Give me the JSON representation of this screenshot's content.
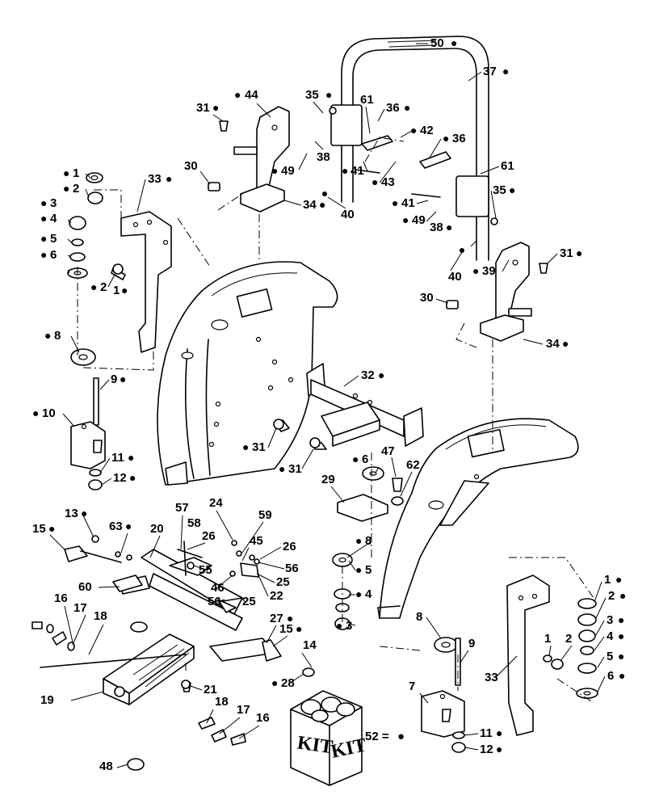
{
  "dot_symbol": "●",
  "legend": {
    "text": "52 =",
    "symbol": "●"
  },
  "kit": {
    "left_label": "KIT",
    "right_label": "KIT"
  },
  "callouts": [
    {
      "id": "c1",
      "text": "50",
      "dot": "after"
    },
    {
      "id": "c2",
      "text": "37",
      "dot": "after"
    },
    {
      "id": "c3",
      "text": "44",
      "dot": "before"
    },
    {
      "id": "c4",
      "text": "35",
      "dot": "after"
    },
    {
      "id": "c5",
      "text": "61",
      "dot": "none"
    },
    {
      "id": "c6",
      "text": "36",
      "dot": "after"
    },
    {
      "id": "c7",
      "text": "31",
      "dot": "after"
    },
    {
      "id": "c8",
      "text": "42",
      "dot": "before"
    },
    {
      "id": "c9",
      "text": "36",
      "dot": "before"
    },
    {
      "id": "c10",
      "text": "38",
      "dot": "none"
    },
    {
      "id": "c11",
      "text": "1",
      "dot": "before"
    },
    {
      "id": "c12",
      "text": "33",
      "dot": "after"
    },
    {
      "id": "c13",
      "text": "30",
      "dot": "none"
    },
    {
      "id": "c14",
      "text": "49",
      "dot": "before"
    },
    {
      "id": "c15",
      "text": "41",
      "dot": "before"
    },
    {
      "id": "c16",
      "text": "43",
      "dot": "before"
    },
    {
      "id": "c17",
      "text": "61",
      "dot": "none"
    },
    {
      "id": "c18",
      "text": "2",
      "dot": "before"
    },
    {
      "id": "c19",
      "text": "35",
      "dot": "after"
    },
    {
      "id": "c20",
      "text": "34",
      "dot": "after"
    },
    {
      "id": "c21",
      "text": "40",
      "dot": "none"
    },
    {
      "id": "c22",
      "text": "41",
      "dot": "before"
    },
    {
      "id": "c23",
      "text": "3",
      "dot": "before"
    },
    {
      "id": "c24",
      "text": "49",
      "dot": "before"
    },
    {
      "id": "c25",
      "text": "38",
      "dot": "after"
    },
    {
      "id": "c26",
      "text": "4",
      "dot": "before"
    },
    {
      "id": "c27",
      "text": "5",
      "dot": "before"
    },
    {
      "id": "c28",
      "text": "6",
      "dot": "before"
    },
    {
      "id": "c29",
      "text": "2",
      "dot": "before"
    },
    {
      "id": "c30",
      "text": "1",
      "dot": "after"
    },
    {
      "id": "c31",
      "text": "40",
      "dot": "none"
    },
    {
      "id": "c32",
      "text": "39",
      "dot": "before"
    },
    {
      "id": "c33",
      "text": "31",
      "dot": "after"
    },
    {
      "id": "c34",
      "text": "30",
      "dot": "none"
    },
    {
      "id": "c35",
      "text": "8",
      "dot": "before"
    },
    {
      "id": "c36",
      "text": "34",
      "dot": "after"
    },
    {
      "id": "c37",
      "text": "32",
      "dot": "after"
    },
    {
      "id": "c38",
      "text": "9",
      "dot": "after"
    },
    {
      "id": "c39",
      "text": "10",
      "dot": "before"
    },
    {
      "id": "c40",
      "text": "31",
      "dot": "before"
    },
    {
      "id": "c41",
      "text": "31",
      "dot": "before"
    },
    {
      "id": "c42",
      "text": "11",
      "dot": "after"
    },
    {
      "id": "c43",
      "text": "12",
      "dot": "after"
    },
    {
      "id": "c44",
      "text": "6",
      "dot": "before"
    },
    {
      "id": "c45",
      "text": "47",
      "dot": "none"
    },
    {
      "id": "c46",
      "text": "62",
      "dot": "none"
    },
    {
      "id": "c47",
      "text": "29",
      "dot": "none"
    },
    {
      "id": "c48",
      "text": "13",
      "dot": "after"
    },
    {
      "id": "c49",
      "text": "57",
      "dot": "none"
    },
    {
      "id": "c50",
      "text": "24",
      "dot": "none"
    },
    {
      "id": "c51",
      "text": "59",
      "dot": "none"
    },
    {
      "id": "c52",
      "text": "15",
      "dot": "after"
    },
    {
      "id": "c53",
      "text": "63",
      "dot": "after"
    },
    {
      "id": "c54",
      "text": "20",
      "dot": "none"
    },
    {
      "id": "c55",
      "text": "58",
      "dot": "none"
    },
    {
      "id": "c56",
      "text": "26",
      "dot": "none"
    },
    {
      "id": "c57",
      "text": "45",
      "dot": "none"
    },
    {
      "id": "c58",
      "text": "26",
      "dot": "none"
    },
    {
      "id": "c59",
      "text": "8",
      "dot": "before"
    },
    {
      "id": "c60",
      "text": "55",
      "dot": "none"
    },
    {
      "id": "c61",
      "text": "56",
      "dot": "none"
    },
    {
      "id": "c62",
      "text": "25",
      "dot": "none"
    },
    {
      "id": "c63",
      "text": "60",
      "dot": "none"
    },
    {
      "id": "c64",
      "text": "46",
      "dot": "none"
    },
    {
      "id": "c65",
      "text": "22",
      "dot": "none"
    },
    {
      "id": "c66",
      "text": "5",
      "dot": "before"
    },
    {
      "id": "c67",
      "text": "56",
      "dot": "none"
    },
    {
      "id": "c68",
      "text": "25",
      "dot": "none"
    },
    {
      "id": "c69",
      "text": "4",
      "dot": "before"
    },
    {
      "id": "c70",
      "text": "1",
      "dot": "after"
    },
    {
      "id": "c71",
      "text": "2",
      "dot": "after"
    },
    {
      "id": "c72",
      "text": "16",
      "dot": "none"
    },
    {
      "id": "c73",
      "text": "17",
      "dot": "none"
    },
    {
      "id": "c74",
      "text": "18",
      "dot": "none"
    },
    {
      "id": "c75",
      "text": "27",
      "dot": "after"
    },
    {
      "id": "c76",
      "text": "15",
      "dot": "after"
    },
    {
      "id": "c77",
      "text": "3",
      "dot": "before"
    },
    {
      "id": "c78",
      "text": "3",
      "dot": "after"
    },
    {
      "id": "c79",
      "text": "8",
      "dot": "none"
    },
    {
      "id": "c80",
      "text": "9",
      "dot": "none"
    },
    {
      "id": "c81",
      "text": "14",
      "dot": "none"
    },
    {
      "id": "c82",
      "text": "1",
      "dot": "none"
    },
    {
      "id": "c83",
      "text": "2",
      "dot": "none"
    },
    {
      "id": "c84",
      "text": "4",
      "dot": "after"
    },
    {
      "id": "c85",
      "text": "5",
      "dot": "after"
    },
    {
      "id": "c86",
      "text": "33",
      "dot": "none"
    },
    {
      "id": "c87",
      "text": "28",
      "dot": "before"
    },
    {
      "id": "c88",
      "text": "6",
      "dot": "after"
    },
    {
      "id": "c89",
      "text": "21",
      "dot": "none"
    },
    {
      "id": "c90",
      "text": "19",
      "dot": "none"
    },
    {
      "id": "c91",
      "text": "18",
      "dot": "none"
    },
    {
      "id": "c92",
      "text": "7",
      "dot": "none"
    },
    {
      "id": "c93",
      "text": "17",
      "dot": "none"
    },
    {
      "id": "c94",
      "text": "16",
      "dot": "none"
    },
    {
      "id": "c95",
      "text": "48",
      "dot": "none"
    },
    {
      "id": "c96",
      "text": "11",
      "dot": "after"
    },
    {
      "id": "c97",
      "text": "12",
      "dot": "after"
    }
  ]
}
